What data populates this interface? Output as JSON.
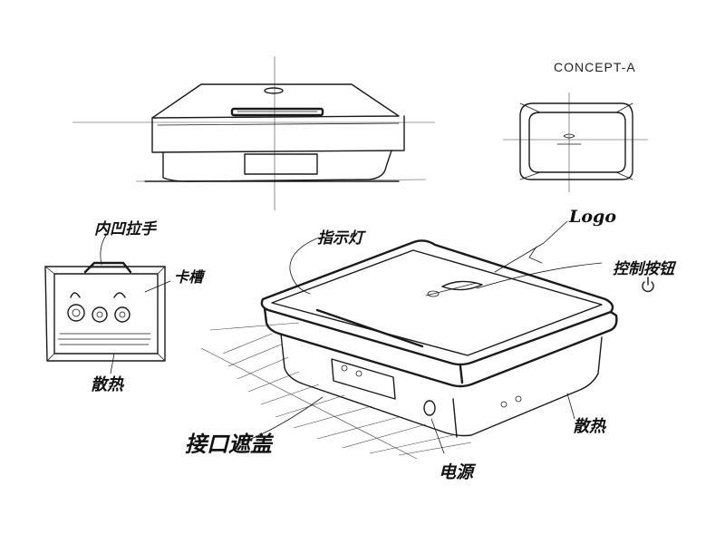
{
  "title": "CONCEPT-A",
  "annotations": {
    "inner_handle": "内凹拉手",
    "card_slot": "卡槽",
    "heat_vent_left": "散热",
    "indicator_light": "指示灯",
    "logo": "Logo",
    "control_button": "控制按钮",
    "interface_cover": "接口遮盖",
    "power": "电源",
    "heat_vent_right": "散热"
  },
  "icons": {
    "power_symbol": "power-icon"
  }
}
